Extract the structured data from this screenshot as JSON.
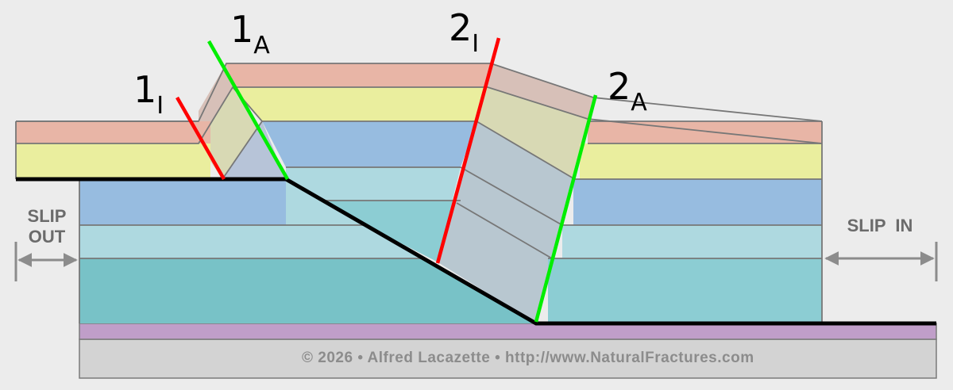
{
  "labels": {
    "l1i": {
      "main": "1",
      "sub": "I"
    },
    "l1a": {
      "main": "1",
      "sub": "A"
    },
    "l2i": {
      "main": "2",
      "sub": "I"
    },
    "l2a": {
      "main": "2",
      "sub": "A"
    }
  },
  "slip_out": {
    "line1": "SLIP",
    "line2": "OUT"
  },
  "slip_in": "SLIP  IN",
  "copyright": "© 2026 • Alfred Lacazette • http://www.NaturalFractures.com",
  "colors": {
    "background": "#ececec",
    "salmon": "#e8b5a6",
    "yellow": "#eaee9e",
    "blue": "#97bce0",
    "light_cyan": "#aed9e0",
    "teal": "#78c2c7",
    "purple": "#c09ec9",
    "base_gray": "#d3d3d3",
    "active_axial_surface": "#00ee00",
    "inactive_axial_surface": "#ff0000",
    "fault": "#000000",
    "arrow": "#8c8c8c"
  }
}
